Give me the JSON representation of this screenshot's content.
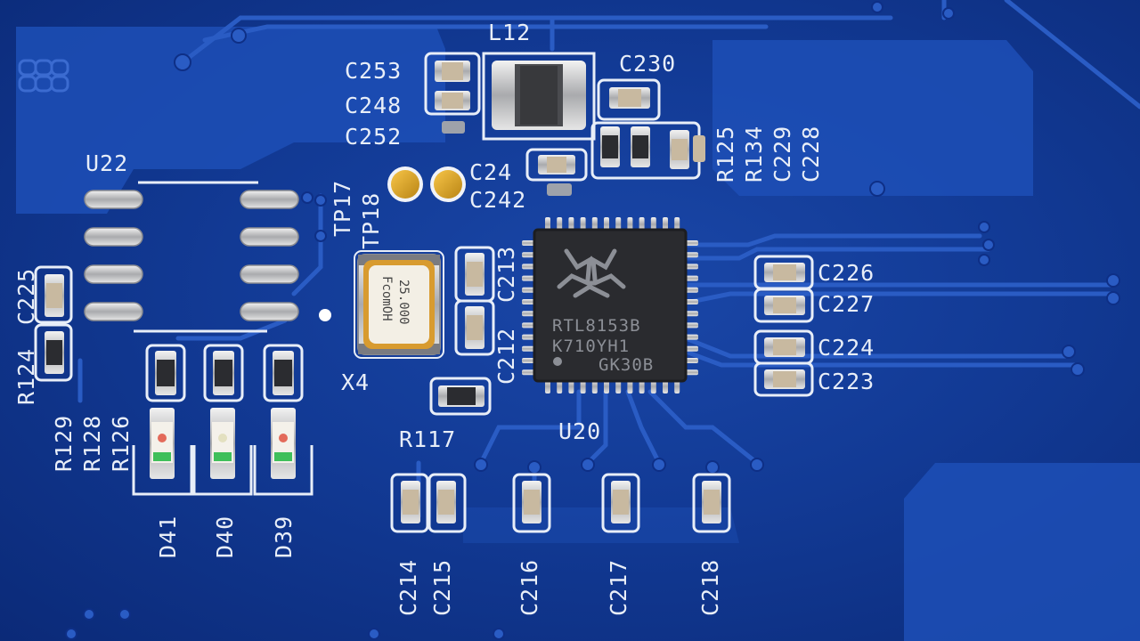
{
  "labels": {
    "L12": "L12",
    "C253": "C253",
    "C248": "C248",
    "C252": "C252",
    "C230": "C230",
    "R125": "R125",
    "R134": "R134",
    "C229": "C229",
    "C228": "C228",
    "U22": "U22",
    "TP17": "TP17",
    "TP18": "TP18",
    "C24": "C24",
    "C242": "C242",
    "C213": "C213",
    "C212": "C212",
    "C226": "C226",
    "C227": "C227",
    "C224": "C224",
    "C223": "C223",
    "R124": "R124",
    "C225": "C225",
    "R129": "R129",
    "R128": "R128",
    "R126": "R126",
    "X4": "X4",
    "R117": "R117",
    "U20": "U20",
    "D41": "D41",
    "D40": "D40",
    "D39": "D39",
    "C214": "C214",
    "C215": "C215",
    "C216": "C216",
    "C217": "C217",
    "C218": "C218"
  },
  "chip": {
    "line1": "RTL8153B",
    "line2": "K710YH1",
    "line3": "GK30B"
  },
  "crystal": {
    "freq": "25.000",
    "brand": "FcomOH"
  },
  "colors": {
    "board": "#123a95",
    "copper_pour": "#1c4fb5",
    "silkscreen": "#e8eef8",
    "chip": "#2a2b2f"
  }
}
